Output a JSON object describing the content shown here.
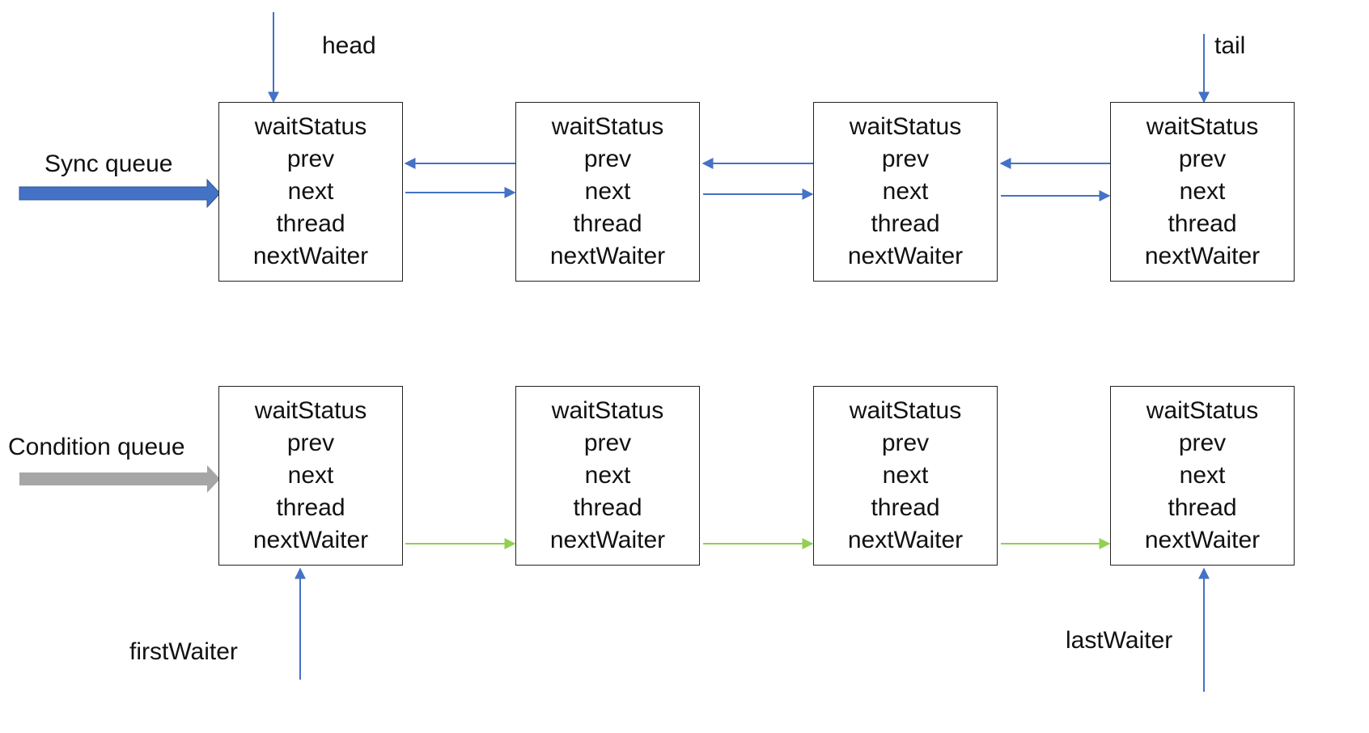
{
  "labels": {
    "head": "head",
    "tail": "tail",
    "sync_queue": "Sync queue",
    "condition_queue": "Condition queue",
    "first_waiter": "firstWaiter",
    "last_waiter": "lastWaiter"
  },
  "node_fields": [
    "waitStatus",
    "prev",
    "next",
    "thread",
    "nextWaiter"
  ],
  "sync_queue_nodes": [
    {
      "fields": [
        "waitStatus",
        "prev",
        "next",
        "thread",
        "nextWaiter"
      ]
    },
    {
      "fields": [
        "waitStatus",
        "prev",
        "next",
        "thread",
        "nextWaiter"
      ]
    },
    {
      "fields": [
        "waitStatus",
        "prev",
        "next",
        "thread",
        "nextWaiter"
      ]
    },
    {
      "fields": [
        "waitStatus",
        "prev",
        "next",
        "thread",
        "nextWaiter"
      ]
    }
  ],
  "condition_queue_nodes": [
    {
      "fields": [
        "waitStatus",
        "prev",
        "next",
        "thread",
        "nextWaiter"
      ]
    },
    {
      "fields": [
        "waitStatus",
        "prev",
        "next",
        "thread",
        "nextWaiter"
      ]
    },
    {
      "fields": [
        "waitStatus",
        "prev",
        "next",
        "thread",
        "nextWaiter"
      ]
    },
    {
      "fields": [
        "waitStatus",
        "prev",
        "next",
        "thread",
        "nextWaiter"
      ]
    }
  ],
  "colors": {
    "link_blue": "#4472C4",
    "link_green": "#92D050",
    "sync_arrow": "#4472C4",
    "condition_arrow": "#A6A6A6",
    "border": "#222222",
    "text": "#111111"
  }
}
